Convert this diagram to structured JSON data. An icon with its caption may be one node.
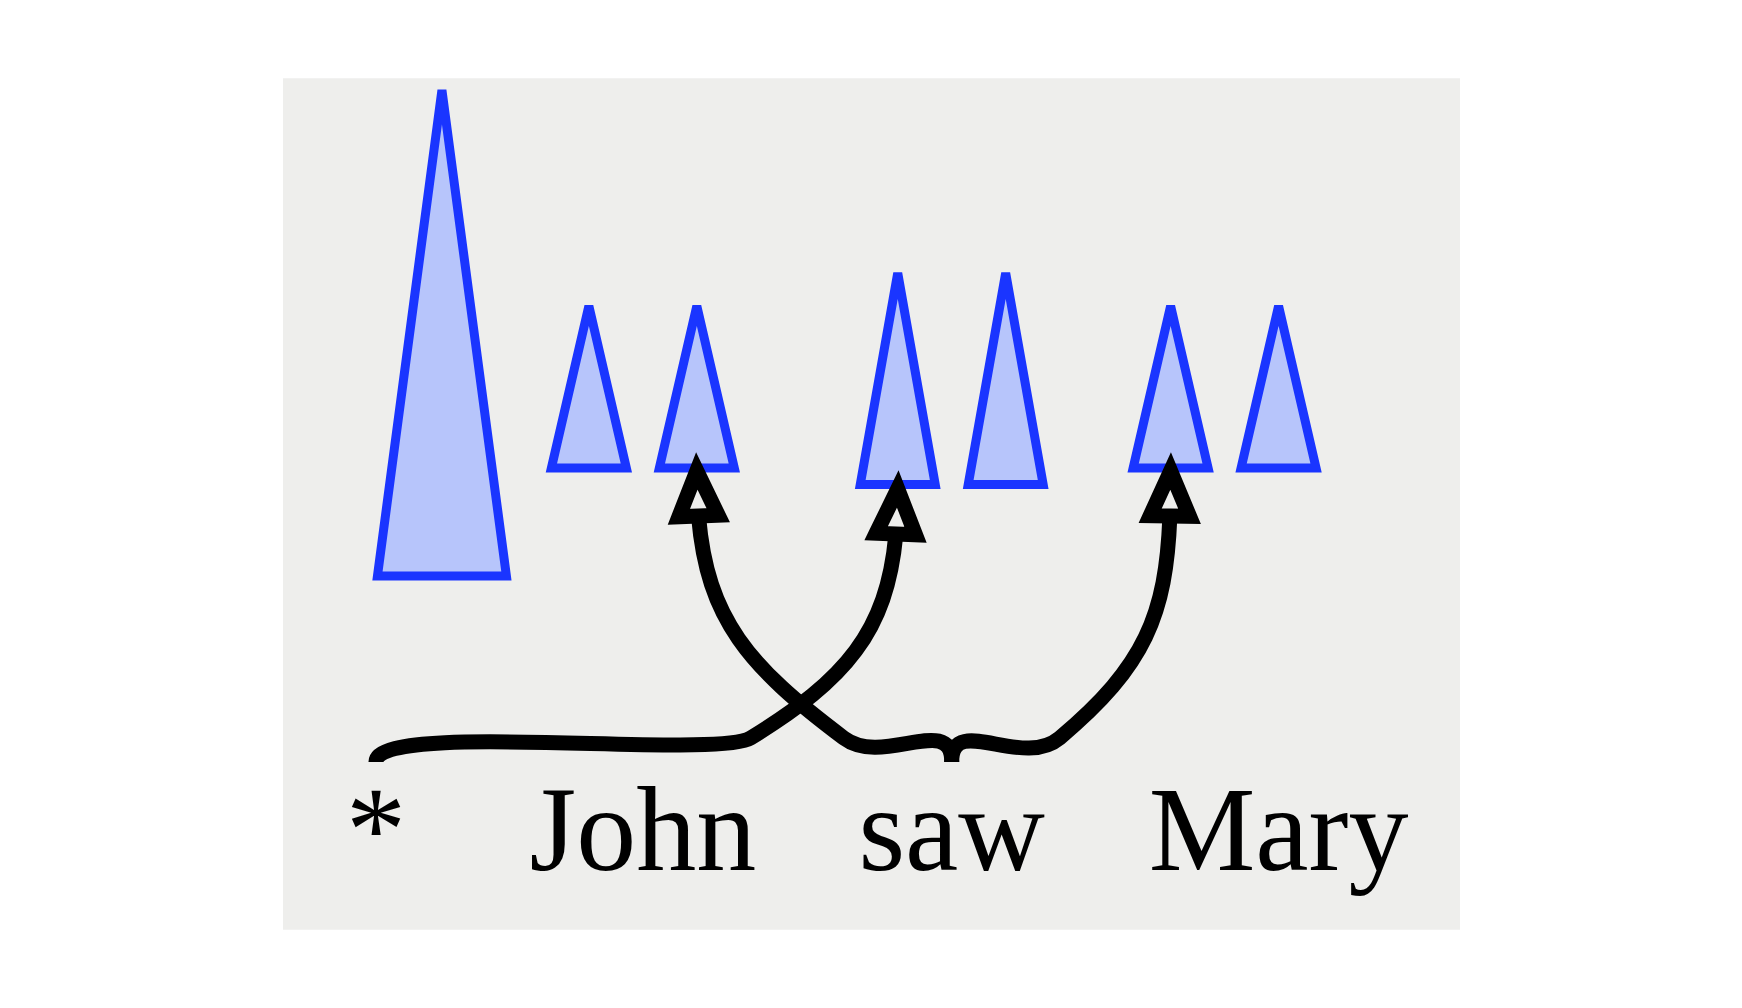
{
  "diagram": {
    "nodes": [
      {
        "text": [
          "*"
        ]
      },
      {
        "text": [
          "John"
        ]
      },
      {
        "text": [
          "saw"
        ]
      },
      {
        "text": [
          "Mary"
        ]
      },
      {
        "text": [],
        "shape": "triangle"
      },
      {
        "text": [],
        "shape": "triangle"
      },
      {
        "text": [],
        "shape": "triangle"
      },
      {
        "text": [],
        "shape": "triangle"
      },
      {
        "text": [],
        "shape": "triangle"
      },
      {
        "text": [],
        "shape": "triangle"
      },
      {
        "text": [],
        "shape": "triangle"
      }
    ],
    "edges": [
      {
        "from": 0,
        "to": 7,
        "arrow": "to"
      },
      {
        "from": 2,
        "to": 6,
        "arrow": "to"
      },
      {
        "from": 2,
        "to": 9,
        "arrow": "to"
      }
    ]
  }
}
